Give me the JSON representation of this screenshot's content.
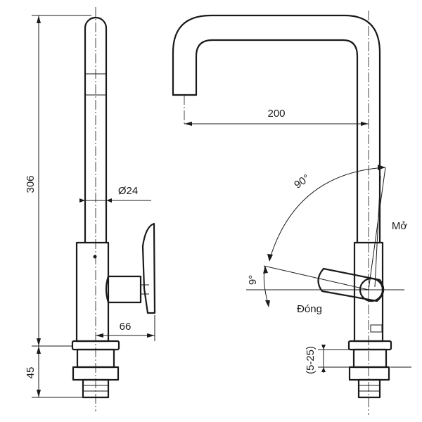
{
  "front_view": {
    "total_height": "306",
    "base_height": "45",
    "pipe_diameter": "Ø24",
    "handle_length": "66"
  },
  "side_view": {
    "spout_reach": "200",
    "rotation_angle": "90°",
    "open_label": "Mở",
    "closed_angle": "9°",
    "closed_label": "Đóng",
    "mount_range": "(5-25)"
  }
}
